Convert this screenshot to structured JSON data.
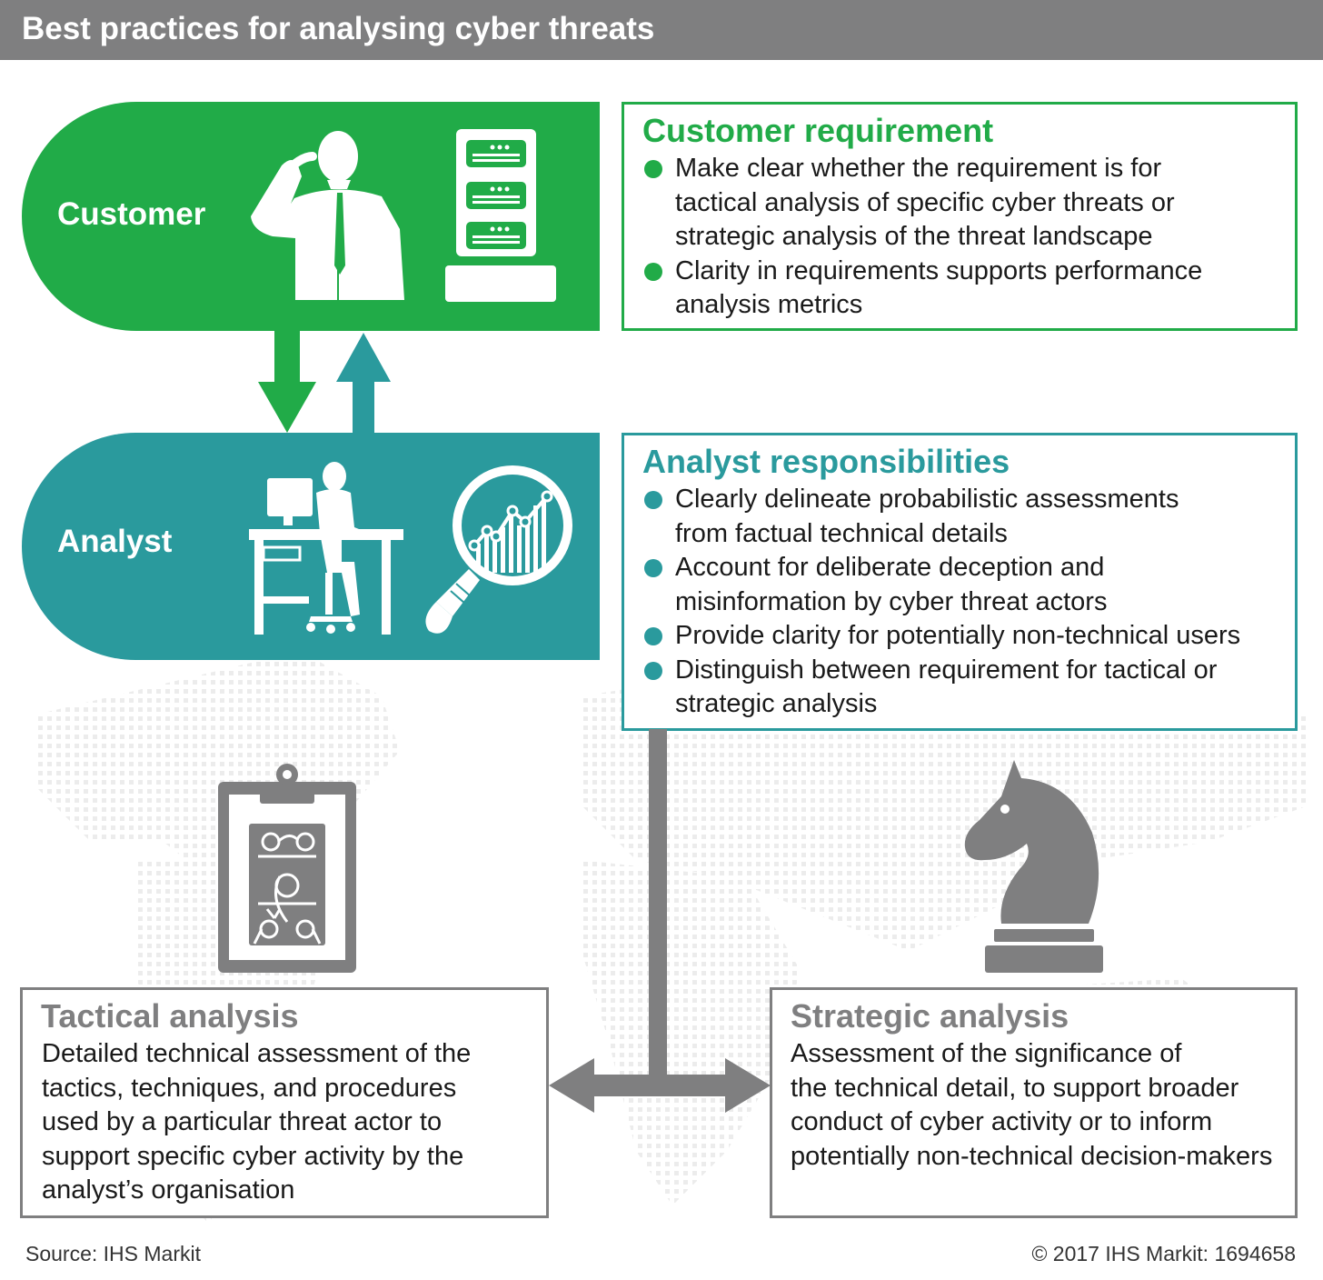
{
  "header": {
    "title": "Best practices for analysing cyber threats"
  },
  "customer": {
    "label": "Customer"
  },
  "analyst": {
    "label": "Analyst"
  },
  "customer_requirement": {
    "title": "Customer requirement",
    "bullets": [
      [
        "Make clear whether the requirement is for",
        "tactical analysis of specific cyber threats or",
        "strategic analysis of the threat landscape"
      ],
      [
        "Clarity in requirements supports performance",
        "analysis metrics"
      ]
    ]
  },
  "analyst_responsibilities": {
    "title": "Analyst responsibilities",
    "bullets": [
      [
        "Clearly delineate probabilistic assessments",
        "from factual technical details"
      ],
      [
        "Account for deliberate deception and",
        "misinformation by cyber threat actors"
      ],
      [
        "Provide clarity for potentially non-technical users"
      ],
      [
        "Distinguish between requirement for tactical or",
        "strategic analysis"
      ]
    ]
  },
  "tactical": {
    "title": "Tactical analysis",
    "lines": [
      "Detailed technical assessment of the",
      "tactics, techniques, and procedures",
      "used by a particular threat actor to",
      "support specific cyber activity by the",
      "analyst’s organisation"
    ]
  },
  "strategic": {
    "title": "Strategic analysis",
    "lines": [
      "Assessment of the significance of",
      "the technical detail, to support broader",
      "conduct of cyber activity or to inform",
      "potentially non-technical decision-makers"
    ]
  },
  "footer": {
    "source": "Source: IHS Markit",
    "copyright": "© 2017 IHS Markit: 1694658"
  },
  "colors": {
    "green": "#21ab48",
    "teal": "#2a9a9d",
    "gray": "#7f7f80"
  },
  "icons": [
    "businessman-phone-icon",
    "server-rack-icon",
    "analyst-desk-icon",
    "magnifier-chart-icon",
    "clipboard-playbook-icon",
    "chess-knight-icon"
  ]
}
